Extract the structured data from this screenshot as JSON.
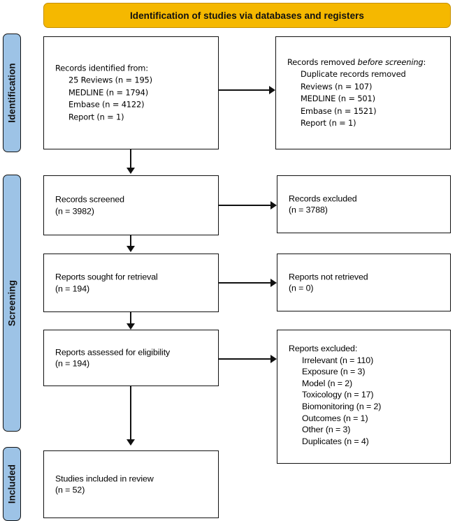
{
  "banner": {
    "title": "Identification of studies via databases and registers"
  },
  "phases": [
    {
      "id": "identification",
      "label": "Identification"
    },
    {
      "id": "screening",
      "label": "Screening"
    },
    {
      "id": "included",
      "label": "Included"
    }
  ],
  "boxes": {
    "identified": {
      "heading": "Records identified from:",
      "items": [
        "25 Reviews (n = 195)",
        "MEDLINE (n = 1794)",
        "Embase (n = 4122)",
        "Report (n = 1)"
      ]
    },
    "removed": {
      "heading_prefix": "Records removed ",
      "heading_emphasis": "before screening",
      "heading_suffix": ":",
      "items": [
        "Duplicate records removed",
        "Reviews (n = 107)",
        "MEDLINE (n = 501)",
        "Embase (n = 1521)",
        "Report (n = 1)"
      ]
    },
    "screened": {
      "label": "Records screened",
      "count": "(n = 3982)"
    },
    "excluded": {
      "label": "Records excluded",
      "count": "(n = 3788)"
    },
    "sought": {
      "label": "Reports sought for retrieval",
      "count": "(n = 194)"
    },
    "not_retrieved": {
      "label": "Reports not retrieved",
      "count": "(n = 0)"
    },
    "assessed": {
      "label": "Reports assessed for eligibility",
      "count": "(n = 194)"
    },
    "reports_excluded": {
      "heading": "Reports excluded:",
      "items": [
        "Irrelevant (n = 110)",
        "Exposure (n = 3)",
        "Model (n = 2)",
        "Toxicology (n = 17)",
        "Biomonitoring (n = 2)",
        "Outcomes (n = 1)",
        "Other (n = 3)",
        "Duplicates (n = 4)"
      ]
    },
    "included": {
      "label": "Studies included in review",
      "count": "(n = 52)"
    }
  },
  "colors": {
    "banner_fill": "#f5b800",
    "phase_fill": "#9dc3e6",
    "stroke": "#111111",
    "box_fill": "#ffffff"
  }
}
